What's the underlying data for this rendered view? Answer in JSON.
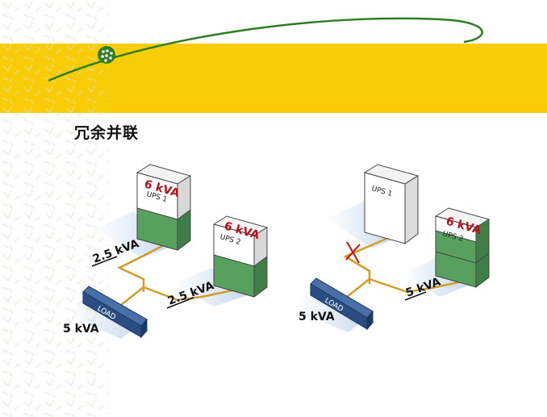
{
  "slide": {
    "title": "冗余并联",
    "colors": {
      "banner": "#f8cc06",
      "arc": "#2d7d22",
      "ups_green": "#58a05e",
      "ups_green_dark": "#3f7f47",
      "ups_white": "#ffffff",
      "cable": "#d49b2a",
      "load_blue": "#2a4e83",
      "red_text": "#b3121b",
      "pattern": "#e3e0cc"
    }
  },
  "left_diagram": {
    "ups1": {
      "label": "UPS 1",
      "rating": "6 kVA"
    },
    "ups2": {
      "label": "UPS 2",
      "rating": "6 kVA"
    },
    "ups1_output": "2.5 kVA",
    "ups2_output": "2.5 kVA",
    "load_label": "LOAD",
    "load_value": "5 kVA"
  },
  "right_diagram": {
    "ups1": {
      "label": "UPS 1"
    },
    "ups2": {
      "label": "UPS 2",
      "rating": "6 kVA"
    },
    "ups2_output": "5 kVA",
    "load_label": "LOAD",
    "load_value": "5 kVA",
    "fault_marker": "failed-link-x-icon"
  }
}
